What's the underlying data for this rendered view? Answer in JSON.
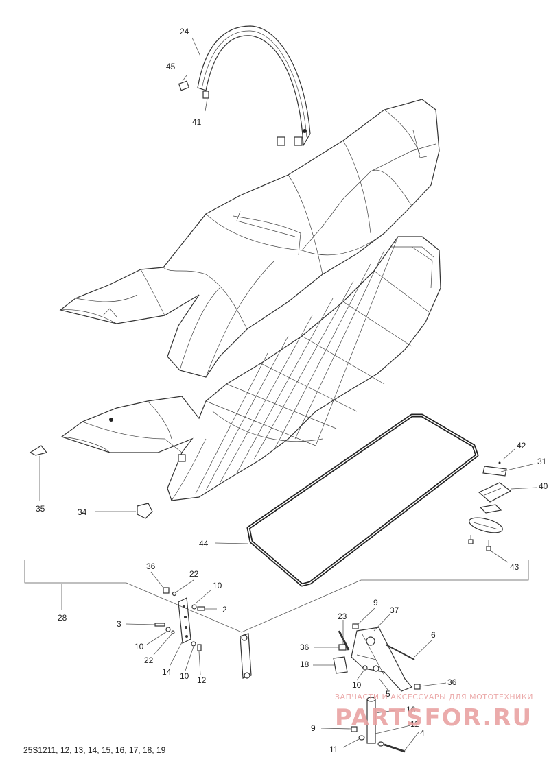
{
  "callouts": [
    {
      "id": "c24",
      "text": "24"
    },
    {
      "id": "c45",
      "text": "45"
    },
    {
      "id": "c41",
      "text": "41"
    },
    {
      "id": "c42",
      "text": "42"
    },
    {
      "id": "c31",
      "text": "31"
    },
    {
      "id": "c40",
      "text": "40"
    },
    {
      "id": "c35",
      "text": "35"
    },
    {
      "id": "c34",
      "text": "34"
    },
    {
      "id": "c44",
      "text": "44"
    },
    {
      "id": "c43",
      "text": "43"
    },
    {
      "id": "c36a",
      "text": "36"
    },
    {
      "id": "c22a",
      "text": "22"
    },
    {
      "id": "c10a",
      "text": "10"
    },
    {
      "id": "c2",
      "text": "2"
    },
    {
      "id": "c28",
      "text": "28"
    },
    {
      "id": "c3",
      "text": "3"
    },
    {
      "id": "c10b",
      "text": "10"
    },
    {
      "id": "c22b",
      "text": "22"
    },
    {
      "id": "c14",
      "text": "14"
    },
    {
      "id": "c10c",
      "text": "10"
    },
    {
      "id": "c12",
      "text": "12"
    },
    {
      "id": "c9a",
      "text": "9"
    },
    {
      "id": "c37",
      "text": "37"
    },
    {
      "id": "c23",
      "text": "23"
    },
    {
      "id": "c6",
      "text": "6"
    },
    {
      "id": "c36b",
      "text": "36"
    },
    {
      "id": "c18",
      "text": "18"
    },
    {
      "id": "c10d",
      "text": "10"
    },
    {
      "id": "c36c",
      "text": "36"
    },
    {
      "id": "c5",
      "text": "5"
    },
    {
      "id": "c16",
      "text": "16"
    },
    {
      "id": "c11a",
      "text": "11"
    },
    {
      "id": "c9b",
      "text": "9"
    },
    {
      "id": "c4",
      "text": "4"
    },
    {
      "id": "c11b",
      "text": "11"
    }
  ],
  "footer": {
    "reference": "25S1211, 12, 13, 14, 15, 16, 17, 18, 19"
  },
  "watermark": {
    "tagline": "ЗАПЧАСТИ И АКСЕССУАРЫ ДЛЯ МОТОТЕХНИКИ",
    "brand": "PARTSFOR.RU"
  }
}
